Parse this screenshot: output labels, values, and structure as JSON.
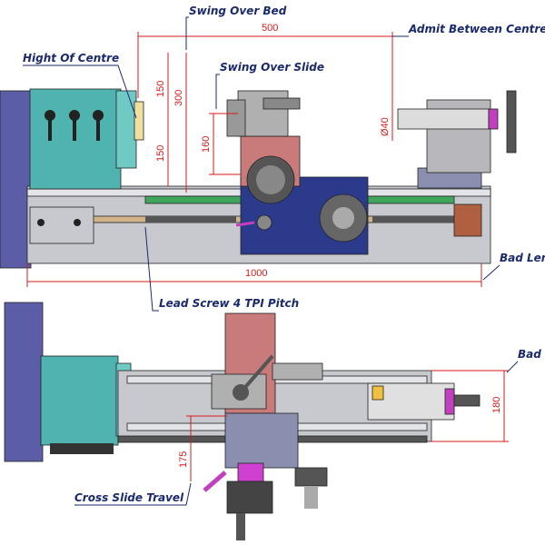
{
  "callouts": {
    "swing_over_bed": "Swing Over Bed",
    "admit_between_centres": "Admit Between Centres",
    "hight_of_centre": "Hight Of Centre",
    "swing_over_slide": "Swing Over Slide",
    "bed_length": "Bad Len",
    "lead_screw": "Lead Screw 4 TPI Pitch",
    "bed_width": "Bad",
    "cross_slide_travel": "Cross Slide Travel"
  },
  "dimensions": {
    "admit_between_centres": "500",
    "hight_of_centre_upper": "150",
    "hight_of_centre_lower": "150",
    "swing_over_bed": "300",
    "swing_over_slide": "160",
    "tailstock_quill": "Ø40",
    "bed_length": "1000",
    "bed_width": "180",
    "cross_slide_travel": "175"
  },
  "colors": {
    "headstock": "#4fb3b0",
    "motor": "#5b5ea6",
    "saddle": "#2c3a8c",
    "toolpost": "#c97a7a",
    "bed": "#c7c9cf",
    "guard": "#3fa55c",
    "dimension": "#d81b1b",
    "callout": "#1a2a6c"
  }
}
